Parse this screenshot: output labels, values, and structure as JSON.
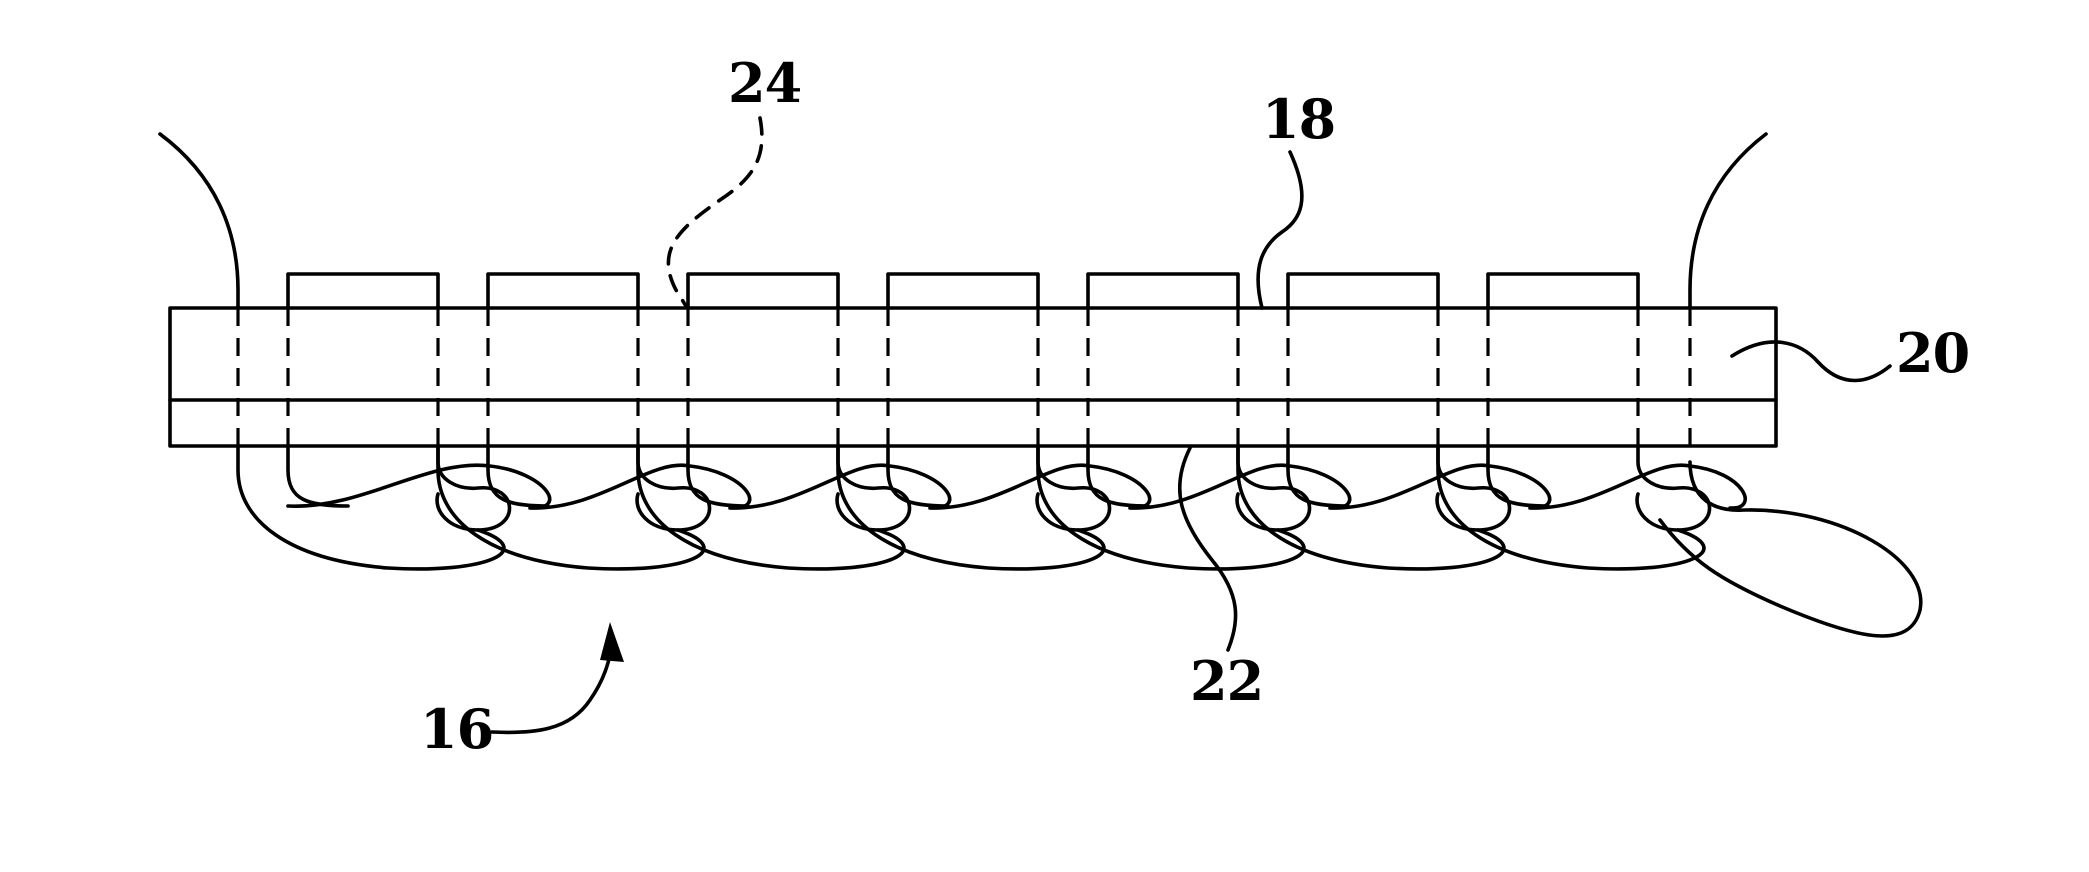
{
  "figure": {
    "reference_numerals": {
      "seam": "16",
      "top_layer": "18",
      "fabric": "20",
      "bottom_thread": "22",
      "top_thread": "24"
    }
  }
}
